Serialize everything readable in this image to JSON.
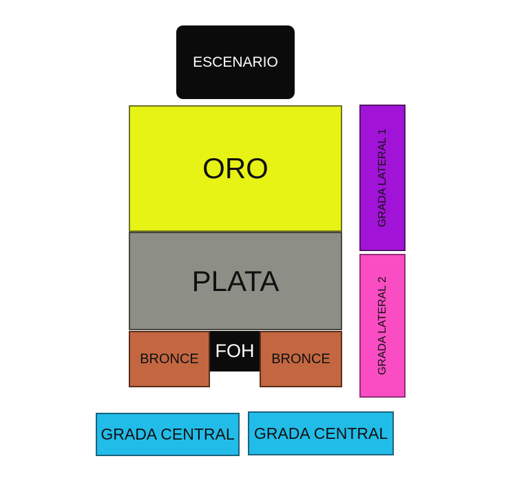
{
  "venue_map": {
    "zones": {
      "escenario": {
        "label": "ESCENARIO",
        "fill": "#0B0B0B",
        "text_color": "#FFFFFF"
      },
      "oro": {
        "label": "ORO",
        "fill": "#E7F215",
        "text_color": "#101010"
      },
      "plata": {
        "label": "PLATA",
        "fill": "#8D8E86",
        "text_color": "#101010"
      },
      "bronce_left": {
        "label": "BRONCE",
        "fill": "#C36742",
        "text_color": "#101010"
      },
      "foh": {
        "label": "FOH",
        "fill": "#0B0B0B",
        "text_color": "#FFFFFF"
      },
      "bronce_right": {
        "label": "BRONCE",
        "fill": "#C36742",
        "text_color": "#101010"
      },
      "grada_lateral_1": {
        "label": "GRADA LATERAL 1",
        "fill": "#A213D8",
        "text_color": "#101010"
      },
      "grada_lateral_2": {
        "label": "GRADA LATERAL 2",
        "fill": "#FB4DC3",
        "text_color": "#101010"
      },
      "grada_central_left": {
        "label": "GRADA CENTRAL",
        "fill": "#22BCE8",
        "text_color": "#101010"
      },
      "grada_central_right": {
        "label": "GRADA CENTRAL",
        "fill": "#22BCE8",
        "text_color": "#101010"
      }
    }
  }
}
